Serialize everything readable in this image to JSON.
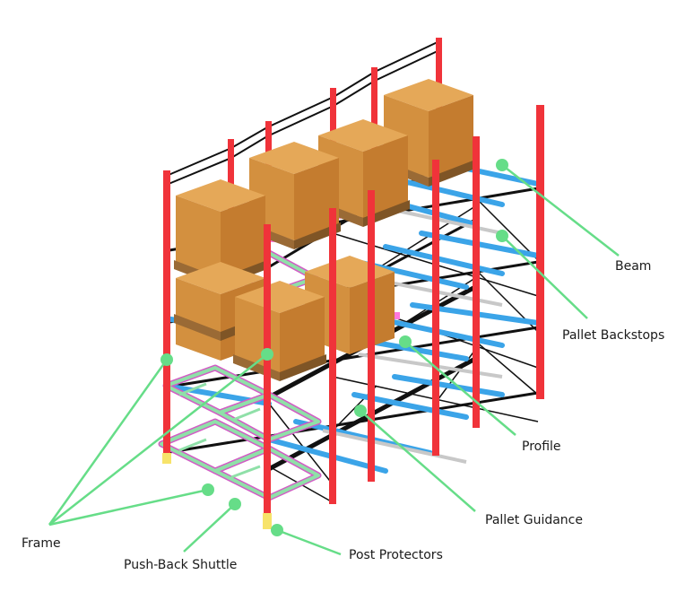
{
  "labels": {
    "beam": "Beam",
    "pallet_backstops": "Pallet Backstops",
    "profile": "Profile",
    "pallet_guidance": "Pallet Guidance",
    "post_protectors": "Post Protectors",
    "push_back_shuttle": "Push-Back Shuttle",
    "frame": "Frame"
  },
  "colors": {
    "upright": "#f0333a",
    "beam_blue": "#3ba4e8",
    "callout": "#66dd88",
    "box_top": "#e0a250",
    "box_left": "#d08a3b",
    "box_right": "#c47c2f",
    "rail": "#111111",
    "shuttle_green": "#8fe0a8",
    "shuttle_pink": "#d25cc5",
    "post_protector": "#f7e36a"
  }
}
